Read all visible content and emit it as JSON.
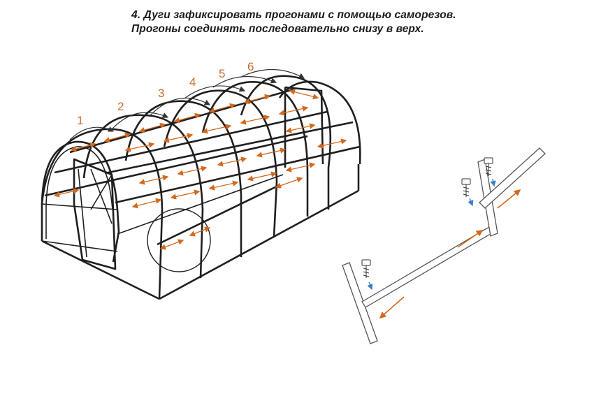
{
  "instruction": {
    "line1": "4. Дуги зафиксировать прогонами с помощью саморезов.",
    "line2": "Прогоны соединять последовательно снизу в верх."
  },
  "sequence_labels": [
    "1",
    "2",
    "3",
    "4",
    "5",
    "6"
  ],
  "colors": {
    "frame": "#1f1f1f",
    "orange_arrow": "#d2691e",
    "blue_arrow": "#3a7fc4",
    "number_text": "#c96b2e"
  },
  "icons": [
    "screw-icon",
    "screw-icon",
    "screw-icon"
  ]
}
